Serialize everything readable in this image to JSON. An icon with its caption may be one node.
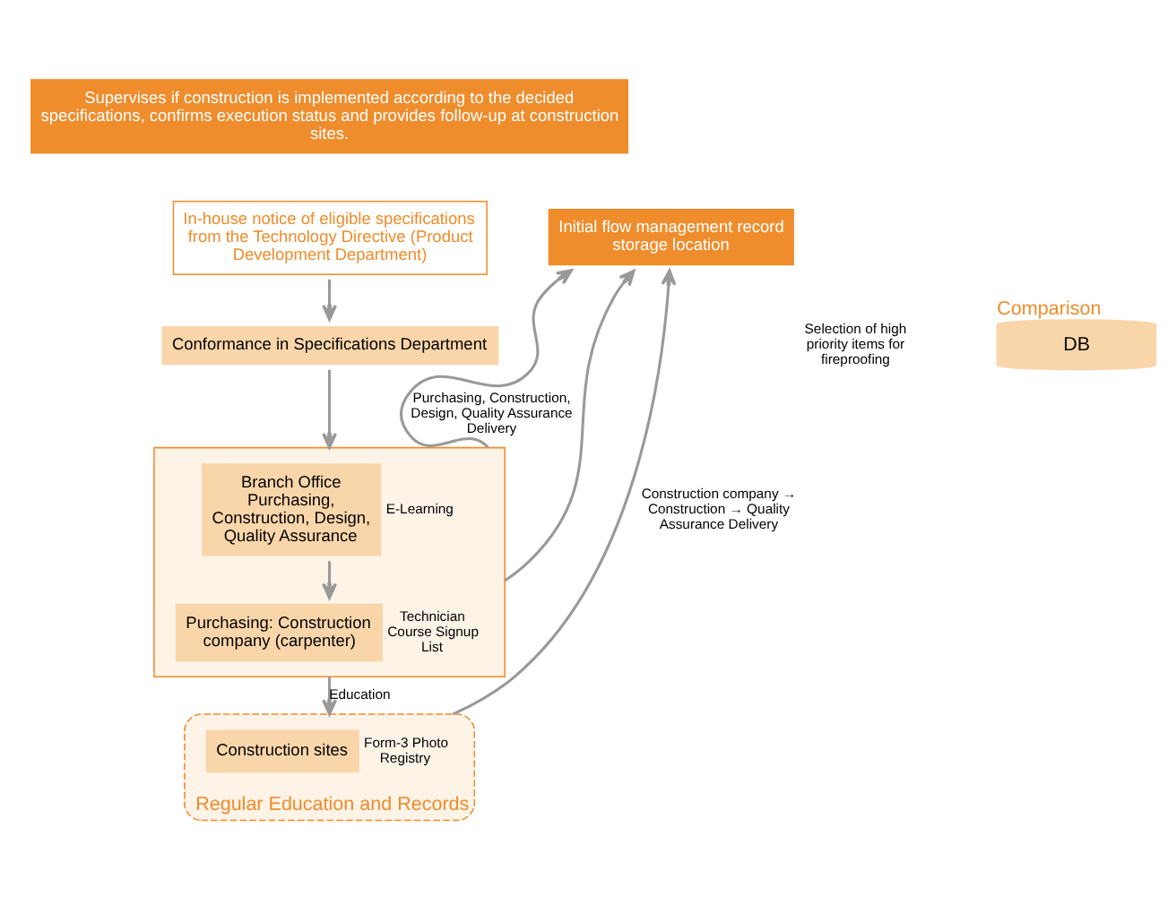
{
  "diagram": {
    "nodes": [
      {
        "text": [
          "Supervises if construction is implemented according to the decided specifications, confirms execution status and provides follow-up at construction sites."
        ]
      },
      {
        "text": [
          "In-house notice of eligible specifications from the Technology Directive (Product Development Department)"
        ]
      },
      {
        "text": [
          "Conformance in Specifications Department"
        ]
      },
      {
        "text": [],
        "shape": "box"
      },
      {
        "text": [
          "Branch Office Purchasing, Construction, Design, Quality Assurance"
        ],
        "in": 3,
        "beside": [
          "E-Learning"
        ]
      },
      {
        "text": [
          "Purchasing: Construction company (carpenter)"
        ],
        "in": 3,
        "beside": [
          "Technician Course Signup List"
        ]
      },
      {
        "text": [
          "Regular Education and Records"
        ]
      },
      {
        "text": [
          "Construction sites"
        ],
        "in": 6,
        "beside": [
          "Form-3 Photo Registry"
        ]
      },
      {
        "text": [
          "Initial flow management record storage location"
        ]
      },
      {
        "text": [
          "DB"
        ],
        "beside": [
          "Comparison"
        ]
      }
    ],
    "edges": [
      {
        "from": 1,
        "to": 2,
        "arrow": "to"
      },
      {
        "from": 2,
        "to": 3,
        "arrow": "to"
      },
      {
        "from": 4,
        "to": 5,
        "arrow": "to"
      },
      {
        "from": 3,
        "to": 6,
        "arrow": "to",
        "label": "Education"
      },
      {
        "from": 3,
        "to": 8,
        "arrow": "to",
        "label": "Purchasing, Construction, Design, Quality Assurance Delivery"
      },
      {
        "from": 3,
        "to": 8,
        "arrow": "to"
      },
      {
        "from": 6,
        "to": 8,
        "arrow": "to",
        "label": "Construction company → Construction → Quality Assurance Delivery"
      }
    ],
    "labels": [
      "Selection of high priority items for fireproofing"
    ]
  }
}
